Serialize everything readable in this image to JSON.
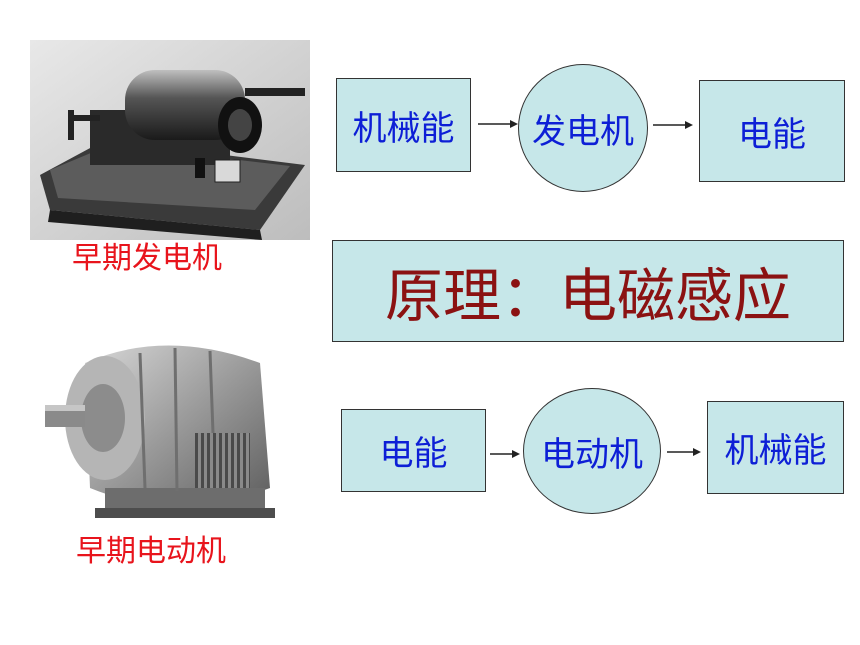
{
  "images": {
    "generator": {
      "caption": "早期发电机"
    },
    "motor": {
      "caption": "早期电动机"
    }
  },
  "flows": {
    "generator": {
      "from": "机械能",
      "device": "发电机",
      "to": "电能"
    },
    "motor": {
      "from": "电能",
      "device": "电动机",
      "to": "机械能"
    }
  },
  "principle": {
    "text": "原理：电磁感应"
  },
  "colors": {
    "box_fill": "#c6e7e9",
    "box_text": "#0d1fd6",
    "caption_text": "#e8141c",
    "principle_text": "#8b1212"
  }
}
